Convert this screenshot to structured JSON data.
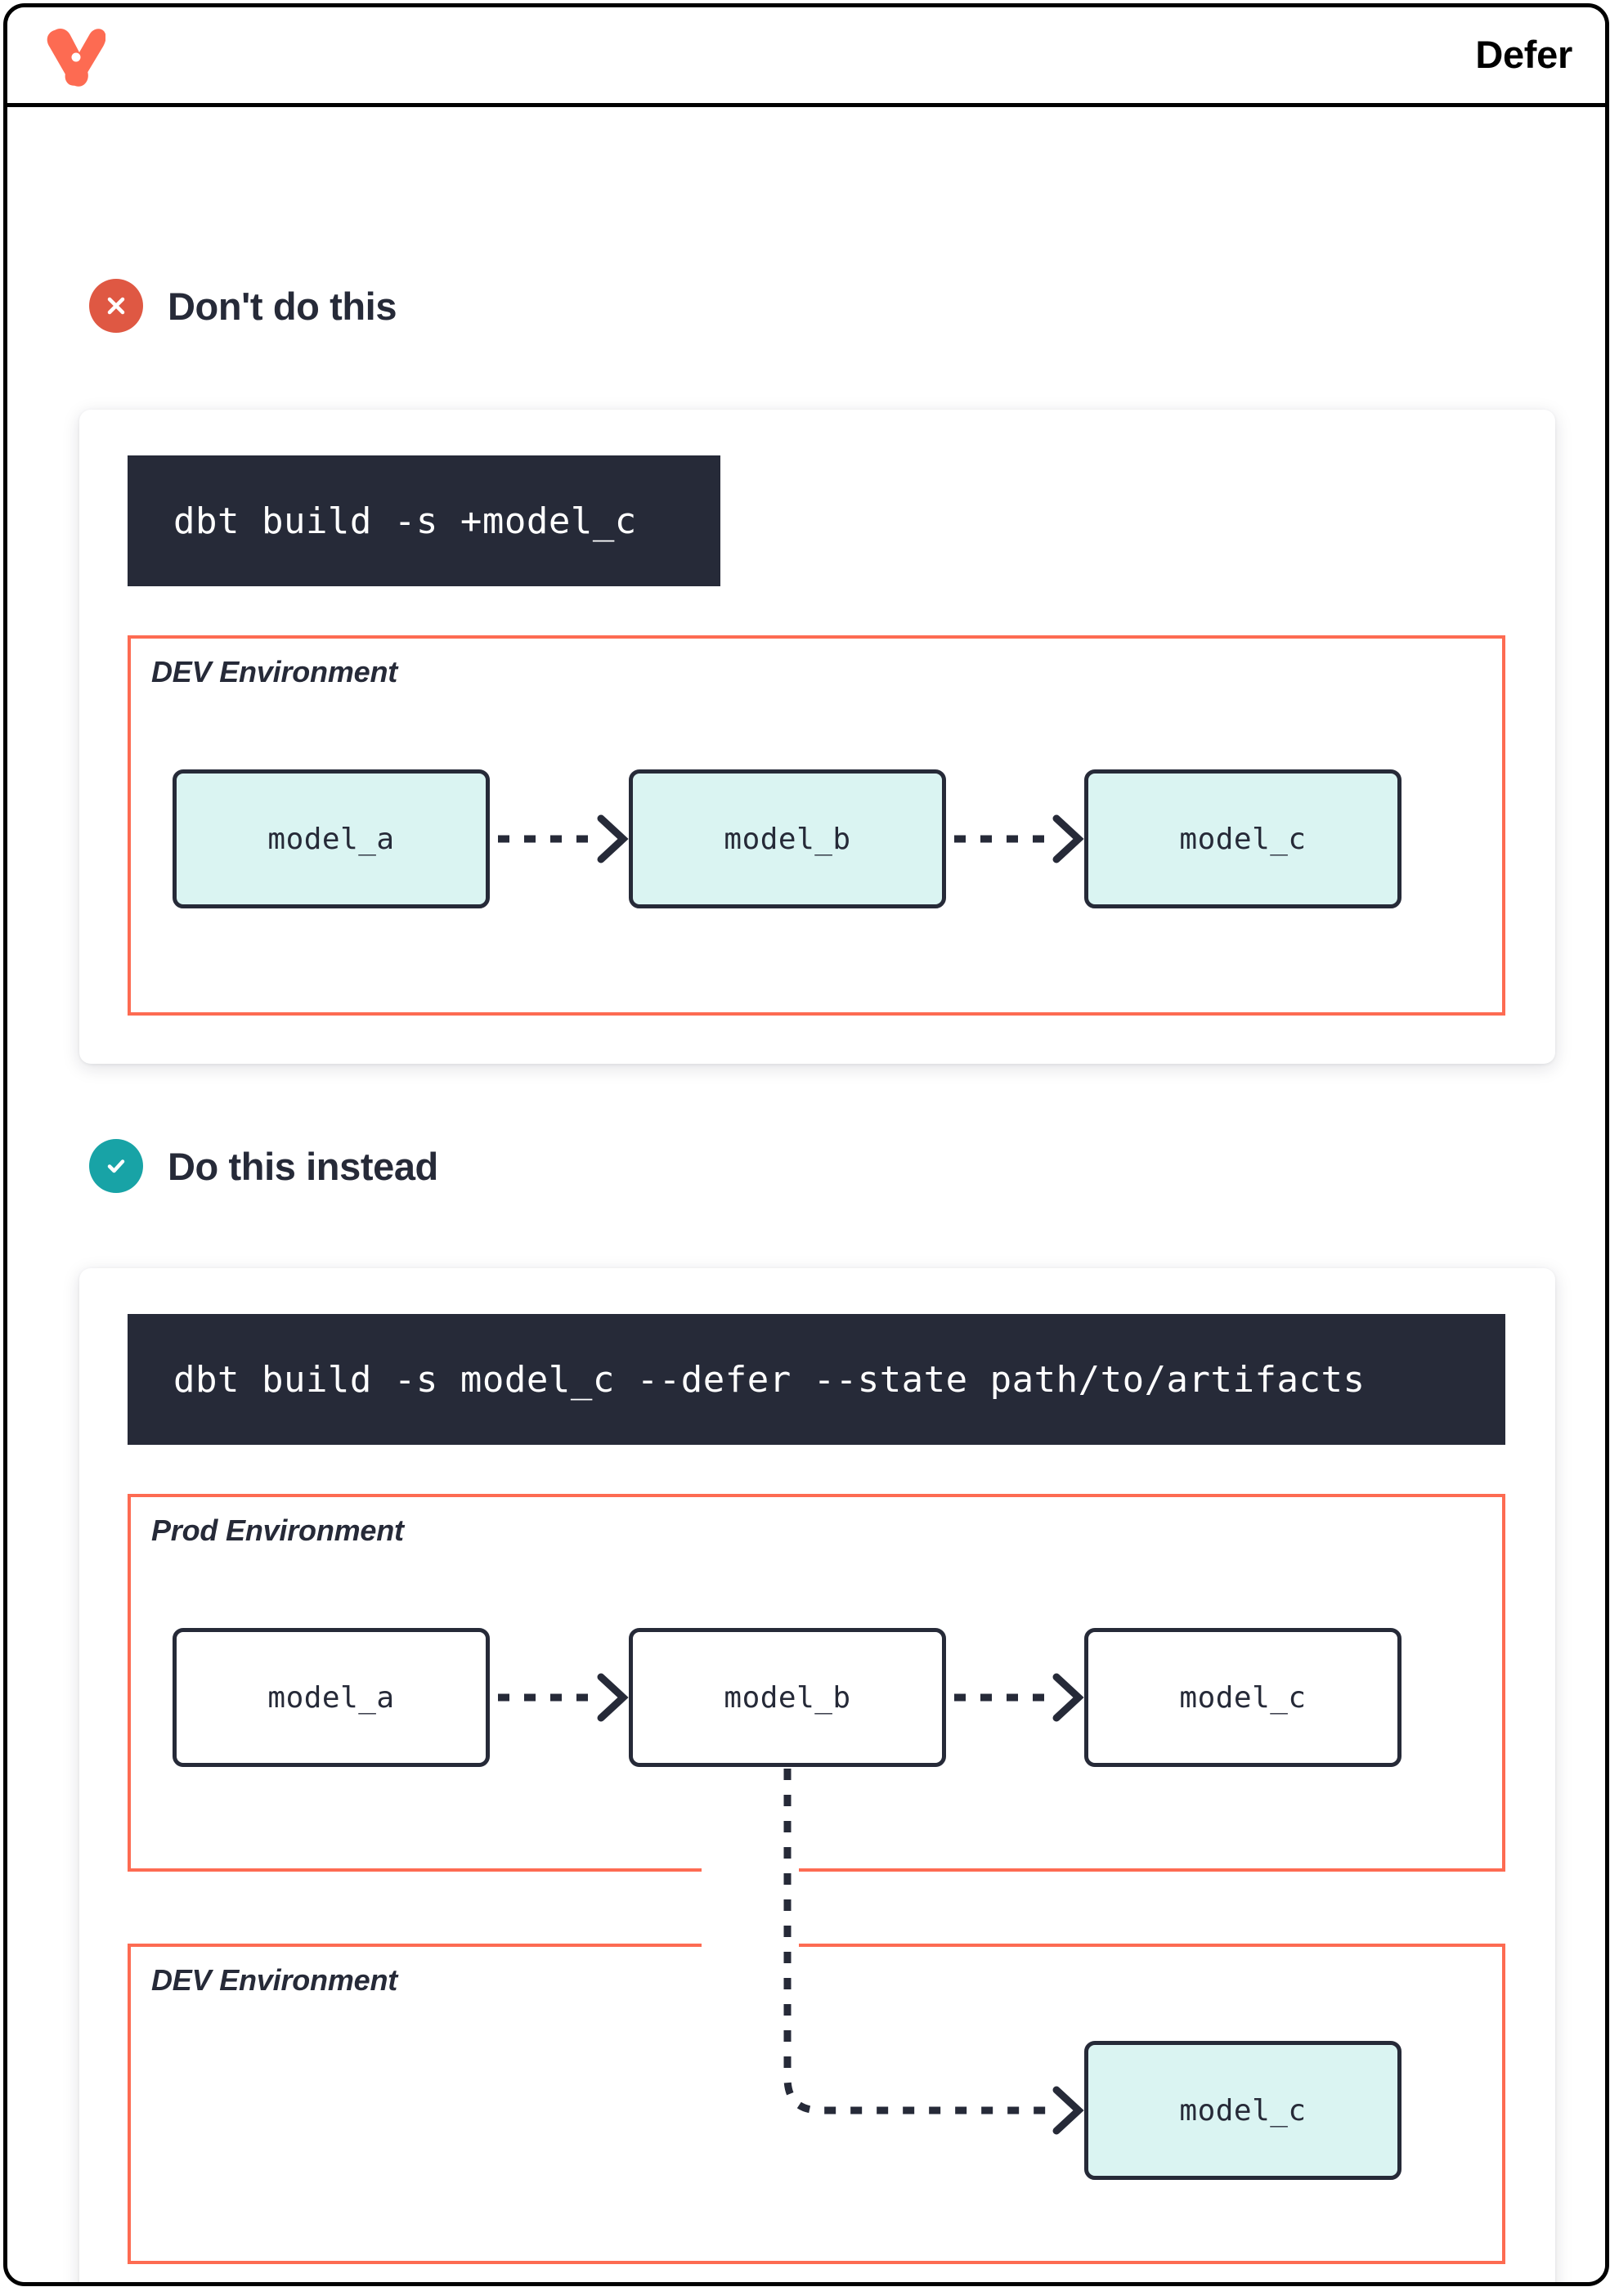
{
  "header": {
    "title": "Defer",
    "logo_icon": "dbt-logo-icon"
  },
  "theme": {
    "accent_orange": "#FD6B52",
    "bad_badge": "#DF5843",
    "good_badge": "#18A3A6",
    "code_bg": "#262A38",
    "ink": "#262A38",
    "mint_fill": "#DAF4F2",
    "page_bg": "#FFFFFF"
  },
  "sections": [
    {
      "id": "dont-do-this",
      "badge_icon": "x-circle-icon",
      "title": "Don't do this",
      "command": "dbt build -s +model_c",
      "environments": [
        {
          "id": "dev",
          "label": "DEV Environment",
          "models": [
            {
              "name": "model_a",
              "style": "mint"
            },
            {
              "name": "model_b",
              "style": "mint"
            },
            {
              "name": "model_c",
              "style": "mint"
            }
          ]
        }
      ],
      "edges": [
        {
          "from": "model_a",
          "to": "model_b",
          "style": "dashed"
        },
        {
          "from": "model_b",
          "to": "model_c",
          "style": "dashed"
        }
      ]
    },
    {
      "id": "do-this-instead",
      "badge_icon": "check-circle-icon",
      "title": "Do this instead",
      "command": "dbt build -s model_c --defer --state path/to/artifacts",
      "environments": [
        {
          "id": "prod",
          "label": "Prod Environment",
          "models": [
            {
              "name": "model_a",
              "style": "white"
            },
            {
              "name": "model_b",
              "style": "white"
            },
            {
              "name": "model_c",
              "style": "white"
            }
          ]
        },
        {
          "id": "dev",
          "label": "DEV Environment",
          "models": [
            {
              "name": "model_c",
              "style": "mint"
            }
          ]
        }
      ],
      "edges": [
        {
          "from": "prod.model_a",
          "to": "prod.model_b",
          "style": "dashed"
        },
        {
          "from": "prod.model_b",
          "to": "prod.model_c",
          "style": "dashed"
        },
        {
          "from": "prod.model_b",
          "to": "dev.model_c",
          "style": "dashed-elbow"
        }
      ]
    }
  ]
}
